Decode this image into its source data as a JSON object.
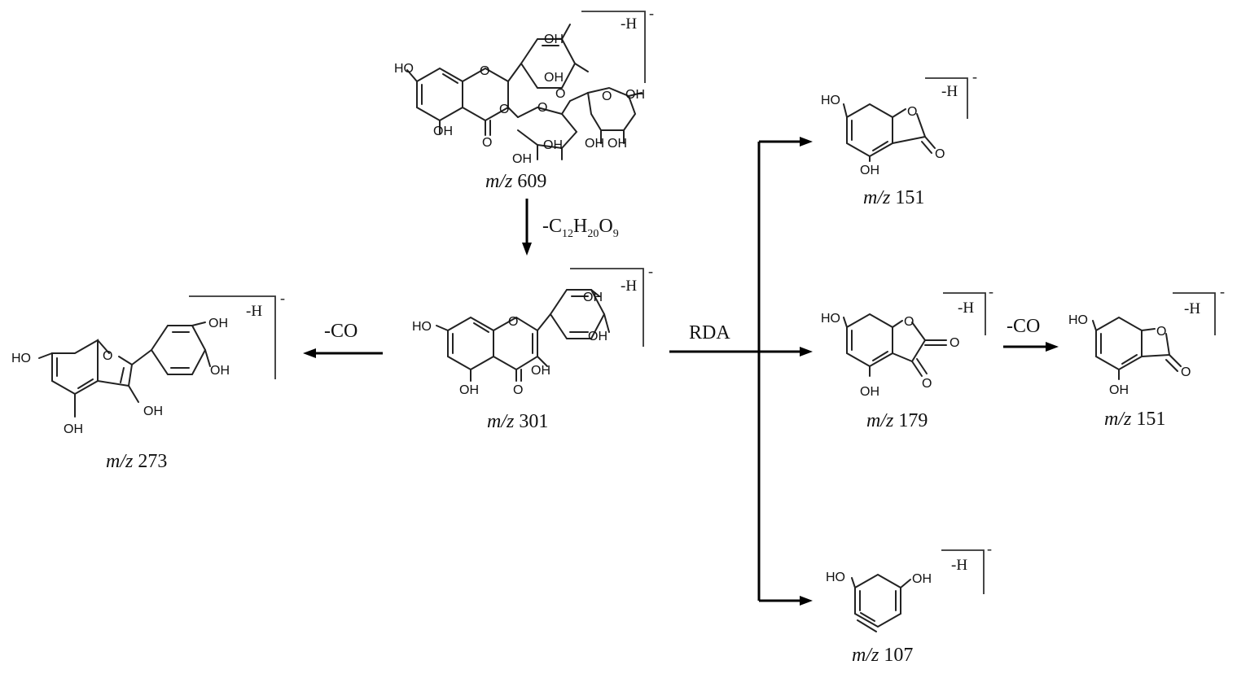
{
  "species": {
    "m609": {
      "mz": "m/z",
      "value": "609"
    },
    "m301": {
      "mz": "m/z",
      "value": "301"
    },
    "m273": {
      "mz": "m/z",
      "value": "273"
    },
    "m151a": {
      "mz": "m/z",
      "value": "151"
    },
    "m179": {
      "mz": "m/z",
      "value": "179"
    },
    "m151b": {
      "mz": "m/z",
      "value": "151"
    },
    "m107": {
      "mz": "m/z",
      "value": "107"
    }
  },
  "transitions": {
    "loss_sugar": {
      "prefix": "-C",
      "s1": "12",
      "h": "H",
      "s2": "20",
      "o": "O",
      "s3": "9"
    },
    "loss_co_left": "-CO",
    "rda": "RDA",
    "loss_co_right": "-CO"
  },
  "ion": {
    "minus_h": "-H",
    "charge": "-"
  },
  "atoms": {
    "oh": "OH",
    "ho": "HO",
    "o": "O"
  }
}
